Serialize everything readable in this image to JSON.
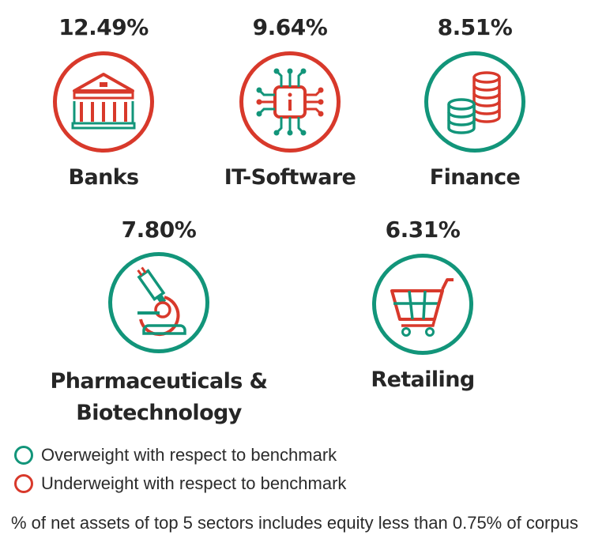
{
  "sectors": [
    {
      "name": "Banks",
      "percent": "12.49%",
      "weight": "underweight",
      "icon": "bank-icon"
    },
    {
      "name": "IT-Software",
      "percent": "9.64%",
      "weight": "underweight",
      "icon": "microchip-icon"
    },
    {
      "name": "Finance",
      "percent": "8.51%",
      "weight": "overweight",
      "icon": "coin-stack-icon"
    },
    {
      "name_line1": "Pharmaceuticals &",
      "name_line2": "Biotechnology",
      "percent": "7.80%",
      "weight": "overweight",
      "icon": "microscope-icon"
    },
    {
      "name": "Retailing",
      "percent": "6.31%",
      "weight": "overweight",
      "icon": "shopping-cart-icon"
    }
  ],
  "legend": {
    "overweight": "Overweight with respect to benchmark",
    "underweight": "Underweight with respect to benchmark"
  },
  "footnote": "% of net assets of top 5 sectors includes equity less than 0.75% of corpus",
  "colors": {
    "overweight": "#12957a",
    "underweight": "#d8392b",
    "text": "#262626"
  }
}
